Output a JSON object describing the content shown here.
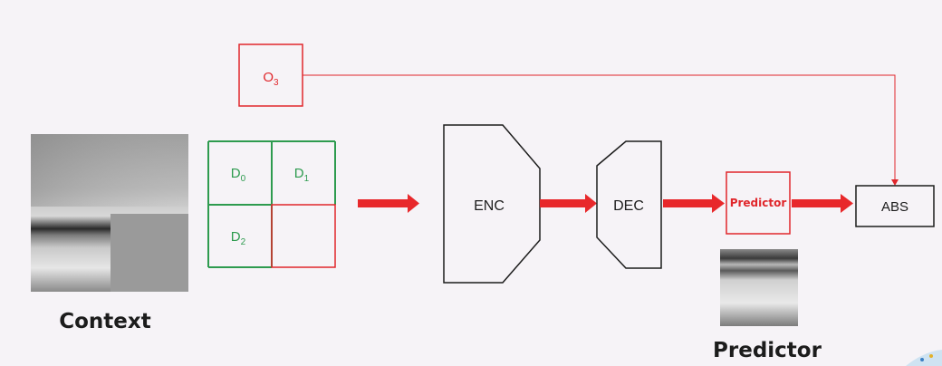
{
  "diagram": {
    "o3": {
      "base": "O",
      "sub": "3"
    },
    "grid": {
      "d0": {
        "base": "D",
        "sub": "0"
      },
      "d1": {
        "base": "D",
        "sub": "1"
      },
      "d2": {
        "base": "D",
        "sub": "2"
      }
    },
    "enc_label": "ENC",
    "dec_label": "DEC",
    "predictor_box_label": "Predictor",
    "abs_label": "ABS",
    "context_caption": "Context",
    "predictor_caption": "Predictor"
  },
  "colors": {
    "green": "#2e9b4f",
    "red": "#e0262b",
    "arrow": "#e8282b",
    "dark": "#1c1c1c",
    "background": "#f6f3f7"
  }
}
